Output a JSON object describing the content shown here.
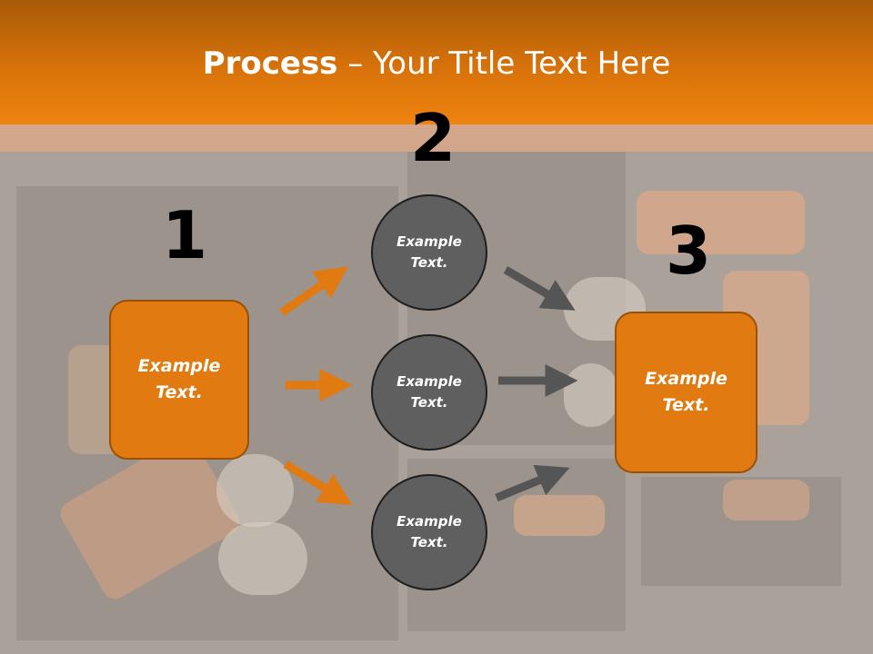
{
  "title": {
    "bold": "Process",
    "rest": " – Your Title Text Here"
  },
  "steps": {
    "one": {
      "number": "1",
      "box_line1": "Example",
      "box_line2": "Text."
    },
    "two": {
      "number": "2",
      "circles": [
        {
          "line1": "Example",
          "line2": "Text."
        },
        {
          "line1": "Example",
          "line2": "Text."
        },
        {
          "line1": "Example",
          "line2": "Text."
        }
      ]
    },
    "three": {
      "number": "3",
      "box_line1": "Example",
      "box_line2": "Text."
    }
  },
  "colors": {
    "header": "#e57b0c",
    "box": "#e17a10",
    "circle": "#5f5f5f",
    "orange_arrow": "#e27a12",
    "gray_arrow": "#555555"
  }
}
